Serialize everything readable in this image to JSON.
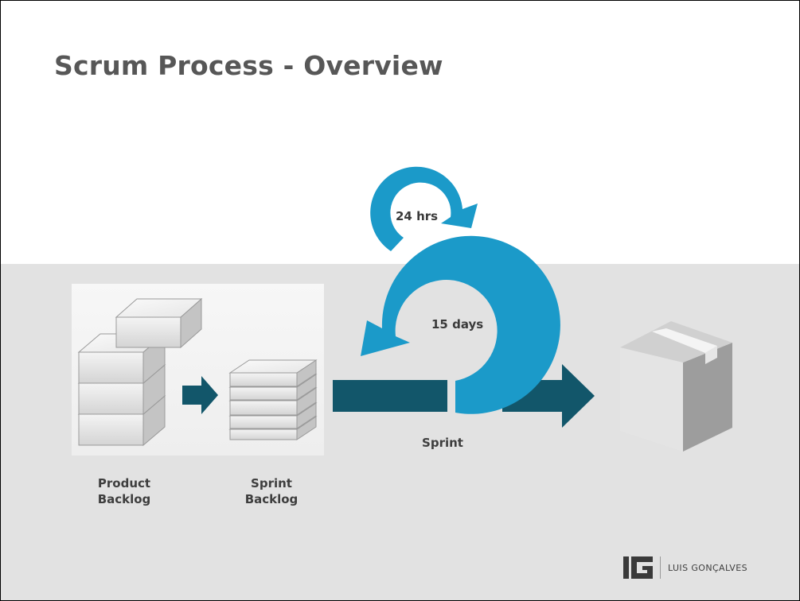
{
  "slide": {
    "title": "Scrum Process - Overview"
  },
  "diagram": {
    "daily_cycle_label": "24 hrs",
    "sprint_cycle_label": "15 days",
    "product_backlog_label_line1": "Product",
    "product_backlog_label_line2": "Backlog",
    "sprint_backlog_label_line1": "Sprint",
    "sprint_backlog_label_line2": "Backlog",
    "sprint_label": "Sprint",
    "colors": {
      "cycle_blue": "#1b9ac9",
      "flow_teal": "#12566a",
      "band_gray": "#e2e2e2",
      "title_gray": "#575757"
    }
  },
  "logo": {
    "name": "LUIS GONÇALVES"
  }
}
